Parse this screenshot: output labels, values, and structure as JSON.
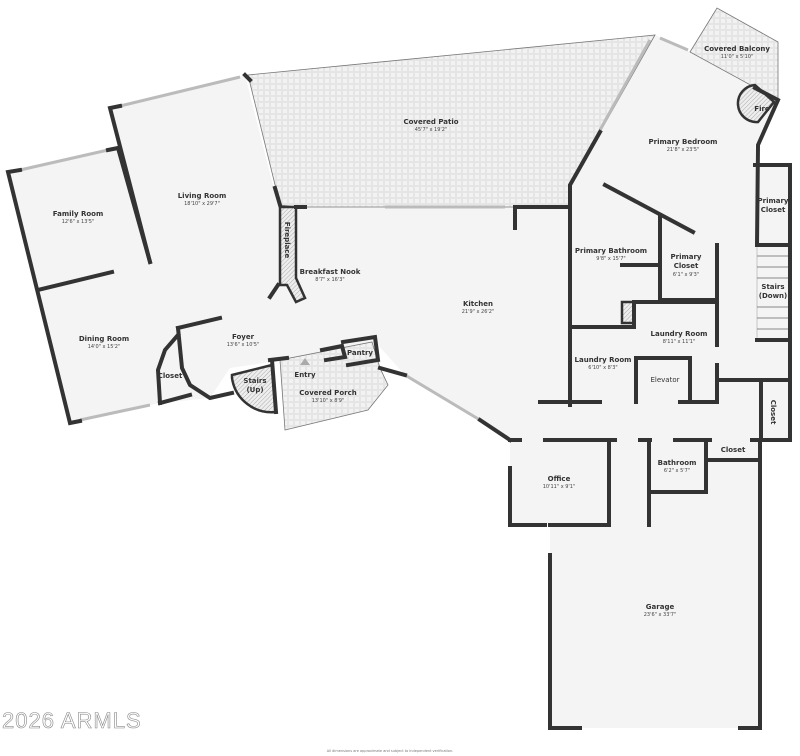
{
  "rooms": {
    "covered_balcony": {
      "name": "Covered Balcony",
      "dims": "11'0\" x 5'10\""
    },
    "covered_patio": {
      "name": "Covered Patio",
      "dims": "45'7\" x 19'2\""
    },
    "primary_bedroom": {
      "name": "Primary Bedroom",
      "dims": "21'8\" x 23'5\""
    },
    "fire": {
      "name": "Fire"
    },
    "primary_closet_east": {
      "name_line1": "Primary",
      "name_line2": "Closet"
    },
    "living_room": {
      "name": "Living Room",
      "dims": "18'10\" x 29'7\""
    },
    "family_room": {
      "name": "Family Room",
      "dims": "12'6\" x 13'5\""
    },
    "fireplace": {
      "name": "Fireplace"
    },
    "breakfast_nook": {
      "name": "Breakfast Nook",
      "dims": "8'7\" x 16'3\""
    },
    "primary_bathroom": {
      "name": "Primary Bathroom",
      "dims": "9'8\" x 15'7\""
    },
    "primary_closet": {
      "name_line1": "Primary",
      "name_line2": "Closet",
      "dims": "6'1\" x 9'3\""
    },
    "stairs_down": {
      "name_line1": "Stairs",
      "name_line2": "(Down)"
    },
    "kitchen": {
      "name": "Kitchen",
      "dims": "21'9\" x 26'2\""
    },
    "laundry_room_1": {
      "name": "Laundry Room",
      "dims": "8'11\" x 11'1\""
    },
    "laundry_room_2": {
      "name": "Laundry Room",
      "dims": "6'10\" x 8'3\""
    },
    "elevator": {
      "name": "Elevator"
    },
    "dining_room": {
      "name": "Dining Room",
      "dims": "14'0\" x 15'2\""
    },
    "foyer": {
      "name": "Foyer",
      "dims": "13'6\" x 10'5\""
    },
    "pantry": {
      "name": "Pantry"
    },
    "closet_foyer": {
      "name": "Closet"
    },
    "stairs_up": {
      "name_line1": "Stairs",
      "name_line2": "(Up)"
    },
    "entry": {
      "name": "Entry"
    },
    "covered_porch": {
      "name": "Covered Porch",
      "dims": "13'10\" x 8'9\""
    },
    "closet_east": {
      "name": "Closet"
    },
    "closet_hall": {
      "name": "Closet"
    },
    "bathroom": {
      "name": "Bathroom",
      "dims": "6'2\" x 5'7\""
    },
    "office": {
      "name": "Office",
      "dims": "10'11\" x 9'1\""
    },
    "garage": {
      "name": "Garage",
      "dims": "23'6\" x 33'7\""
    }
  },
  "watermark": "2026 ARMLS",
  "footnote": "All dimensions are approximate and subject to independent verification."
}
